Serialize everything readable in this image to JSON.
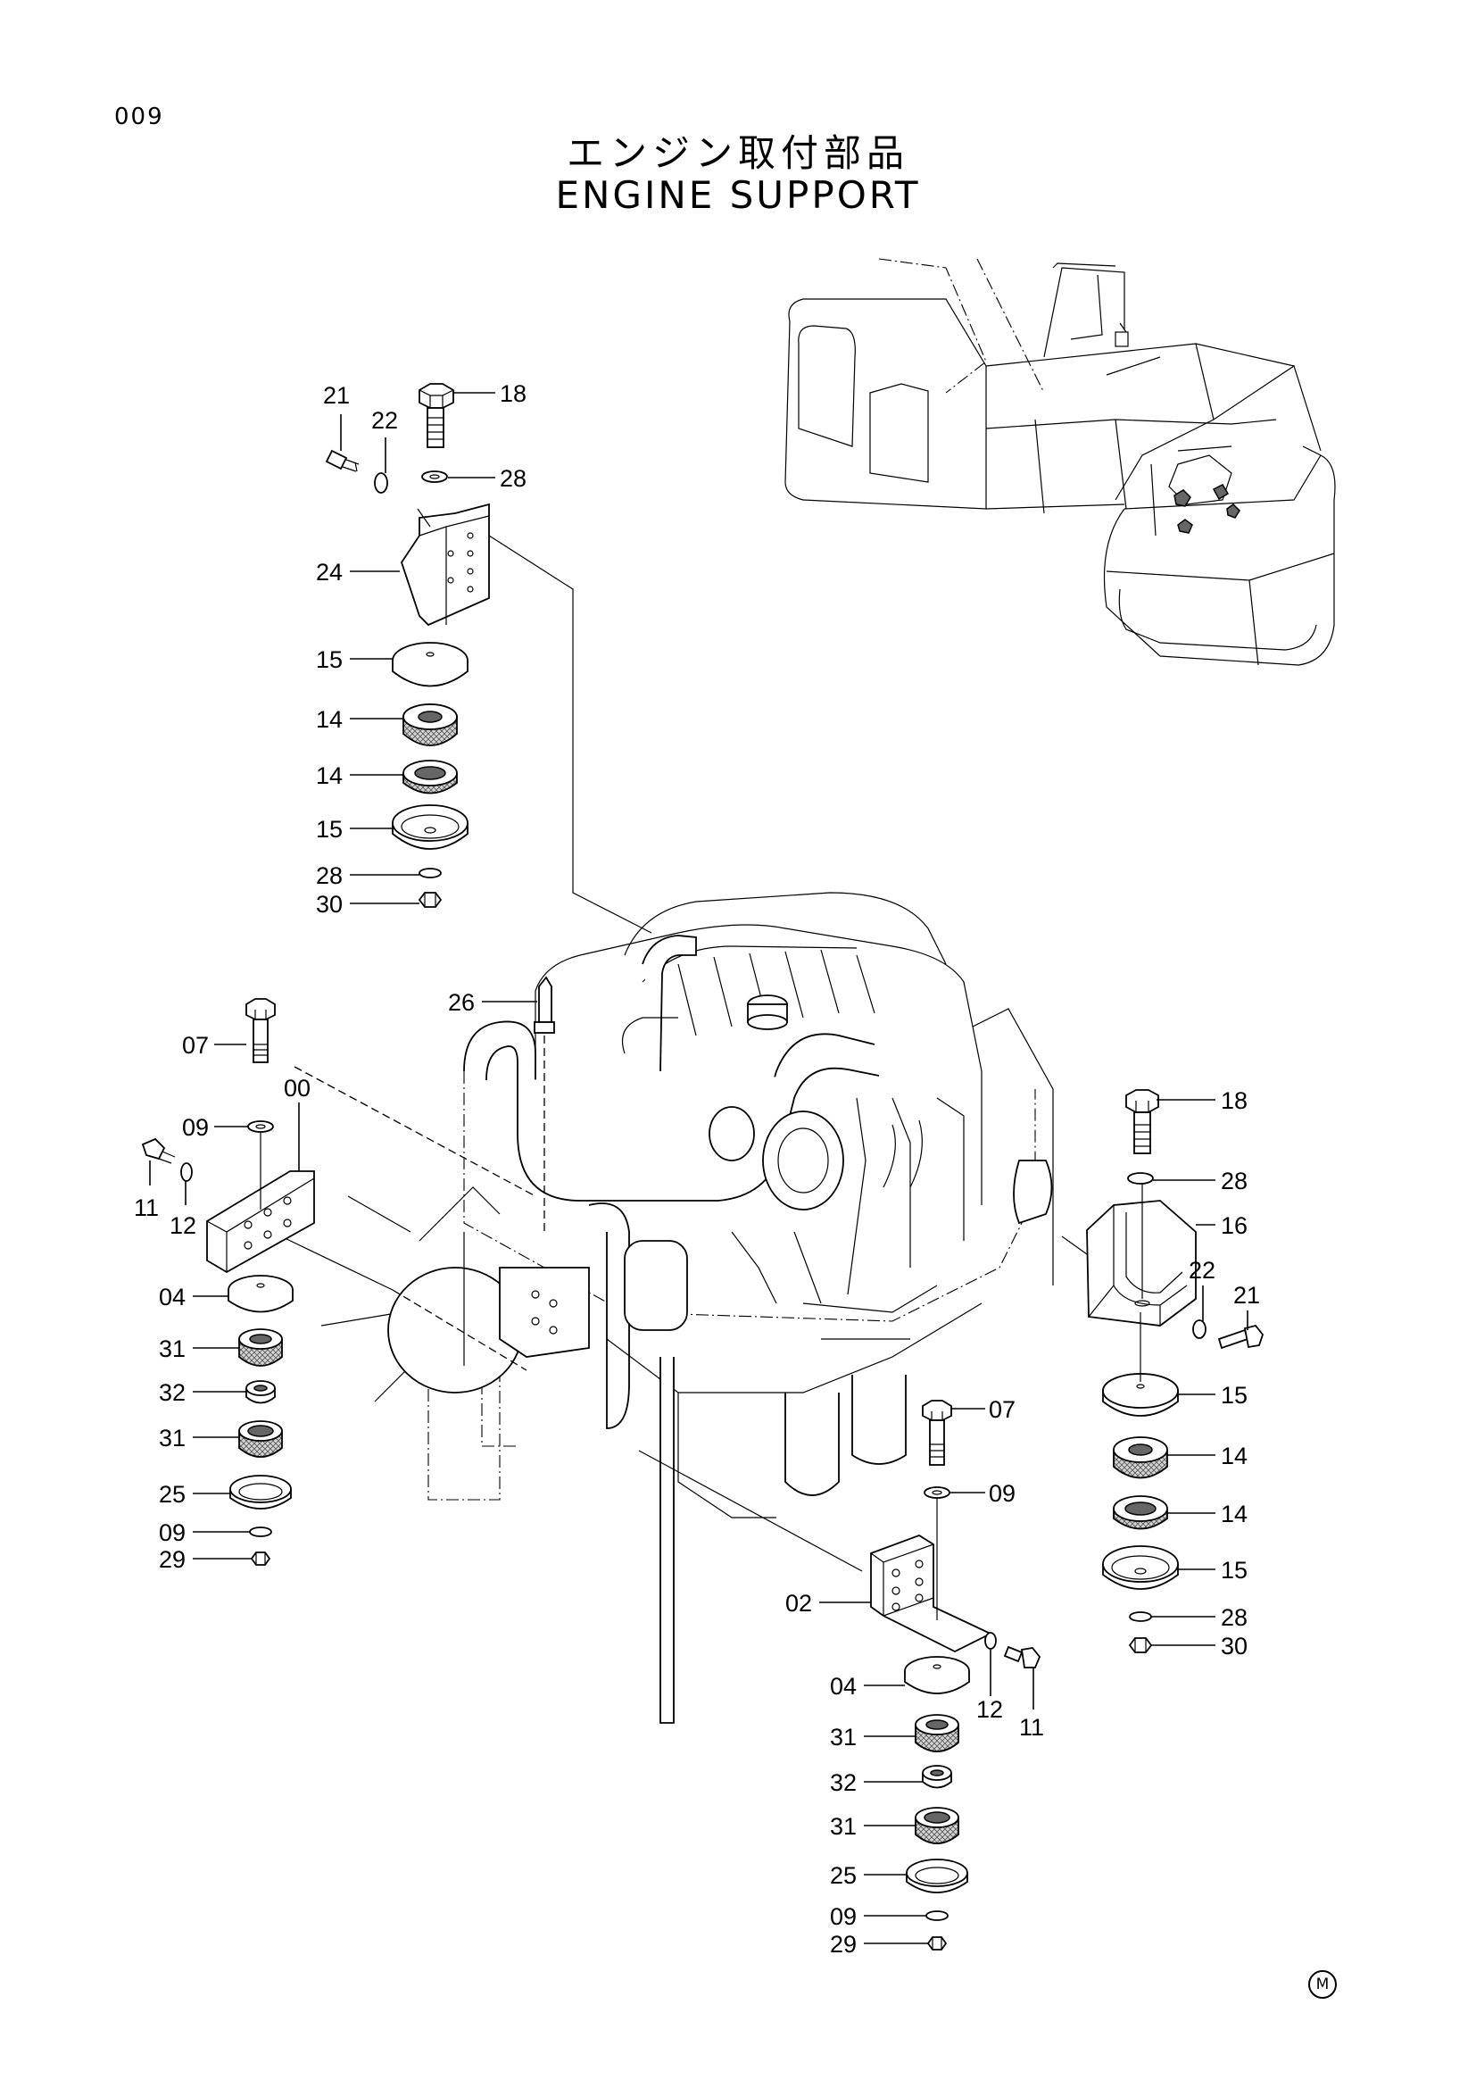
{
  "page": {
    "number": "009",
    "title_jp": "エンジン取付部品",
    "title_en": "ENGINE SUPPORT",
    "mark": "M"
  },
  "callouts": [
    "21",
    "22",
    "18",
    "28",
    "24",
    "15",
    "14",
    "14",
    "15",
    "28",
    "30",
    "26",
    "07",
    "00",
    "09",
    "11",
    "12",
    "04",
    "31",
    "32",
    "31",
    "25",
    "09",
    "29",
    "18",
    "28",
    "16",
    "22",
    "21",
    "15",
    "14",
    "14",
    "15",
    "28",
    "30",
    "07",
    "09",
    "02",
    "12",
    "11",
    "04",
    "31",
    "32",
    "31",
    "25",
    "09",
    "29"
  ]
}
